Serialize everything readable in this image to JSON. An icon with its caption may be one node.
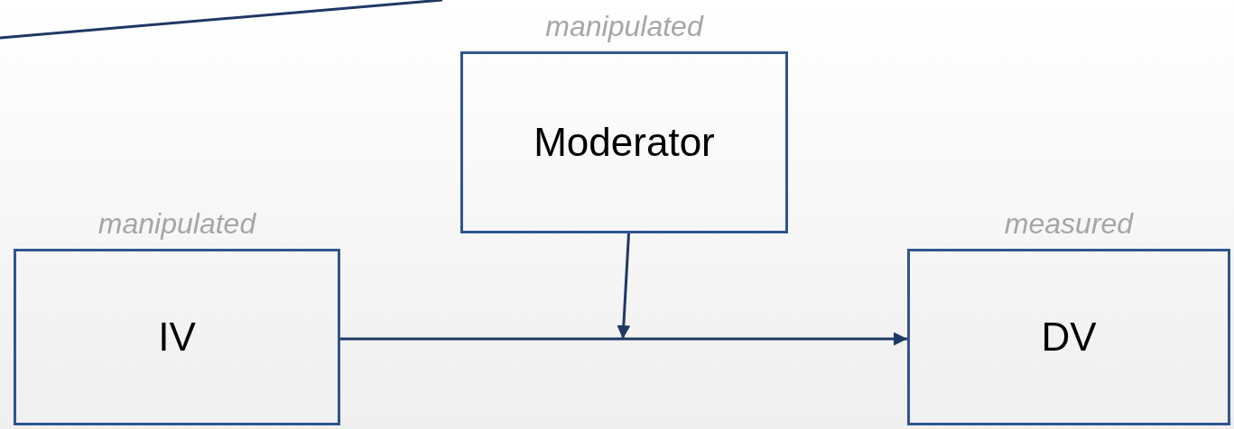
{
  "diagram": {
    "nodes": [
      {
        "text": [
          "Moderator"
        ],
        "beside": [
          "manipulated"
        ]
      },
      {
        "text": [
          "IV"
        ],
        "beside": [
          "manipulated"
        ]
      },
      {
        "text": [
          "DV"
        ],
        "beside": [
          "measured"
        ]
      }
    ],
    "edges": [
      {
        "from": 1,
        "to": 2,
        "arrow": "to"
      },
      {
        "from": 0,
        "to": null,
        "arrow": "to"
      }
    ]
  }
}
